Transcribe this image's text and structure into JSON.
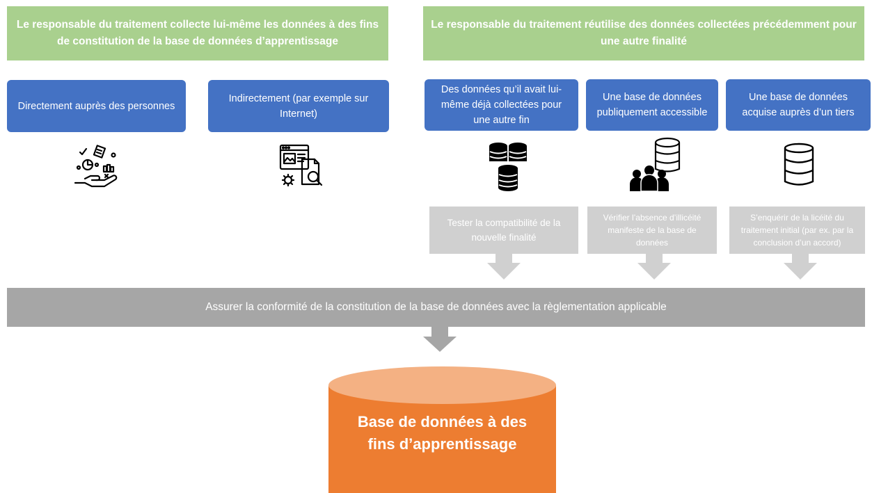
{
  "headers": {
    "left": "Le responsable du traitement collecte lui-même les données à des fins de constitution de la base de données d’apprentissage",
    "right": "Le responsable du traitement réutilise des données collectées précédemment pour une autre finalité"
  },
  "sources": {
    "direct": "Directement auprès des personnes",
    "indirect": "Indirectement (par exemple sur Internet)",
    "own_data": "Des données qu’il avait lui-même déjà collectées pour une autre fin",
    "public_db": "Une base de données publiquement accessible",
    "third_party_db": "Une base de données acquise auprès d’un tiers"
  },
  "checks": {
    "compatibility": "Tester la compatibilité de la nouvelle finalité",
    "lawfulness": "Vérifier l’absence d’illicéité manifeste de la base de données",
    "initial_processing": "S’enquérir de la licéité du traitement initial (par ex. par la conclusion d’un accord)"
  },
  "compliance_bar": "Assurer la conformité de la constitution de la base de données avec la règlementation applicable",
  "result": "Base de données à des fins d’apprentissage",
  "colors": {
    "green_header": "#a9d08e",
    "blue_box": "#4472c4",
    "grey_box": "#d0d0d0",
    "grey_bar": "#a6a6a6",
    "cylinder_body": "#ed7d31",
    "cylinder_top": "#f4b183"
  },
  "icons": [
    "data-collection-hand-icon",
    "web-document-search-icon",
    "database-stack-icon",
    "people-database-icon",
    "database-icon"
  ]
}
